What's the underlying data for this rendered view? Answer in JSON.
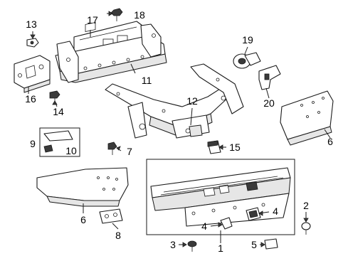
{
  "callouts": {
    "c1": "1",
    "c2": "2",
    "c3": "3",
    "c4a": "4",
    "c4b": "4",
    "c5": "5",
    "c6a": "6",
    "c6b": "6",
    "c7": "7",
    "c8": "8",
    "c9": "9",
    "c10": "10",
    "c11": "11",
    "c12": "12",
    "c13": "13",
    "c14": "14",
    "c15": "15",
    "c16": "16",
    "c17": "17",
    "c18": "18",
    "c19": "19",
    "c20": "20"
  }
}
